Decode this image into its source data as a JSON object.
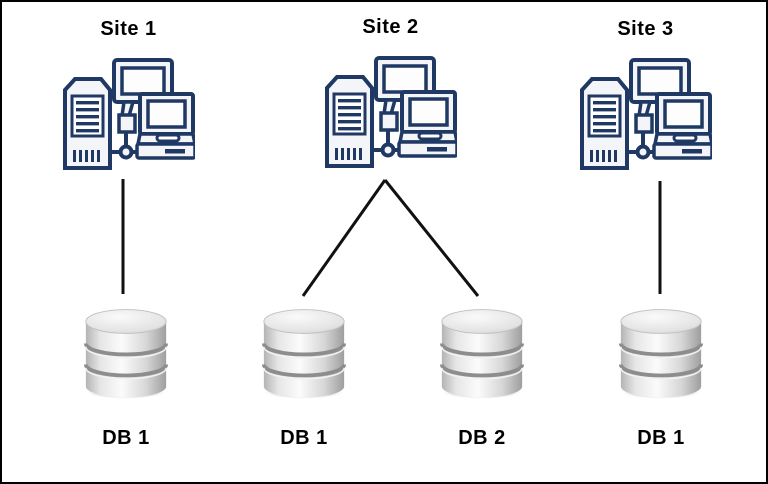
{
  "diagram": {
    "sites": [
      {
        "label": "Site 1"
      },
      {
        "label": "Site 2"
      },
      {
        "label": "Site 3"
      }
    ],
    "databases": [
      {
        "label": "DB 1"
      },
      {
        "label": "DB 1"
      },
      {
        "label": "DB 2"
      },
      {
        "label": "DB 1"
      }
    ],
    "connections": [
      {
        "from": "Site 1",
        "to": "DB 1"
      },
      {
        "from": "Site 2",
        "to": "DB 1"
      },
      {
        "from": "Site 2",
        "to": "DB 2"
      },
      {
        "from": "Site 3",
        "to": "DB 1"
      }
    ],
    "colors": {
      "background": "#ffffff",
      "border": "#000000",
      "icon_outline": "#1f3864",
      "icon_fill": "#f3f5f8",
      "connector_line": "#111111",
      "label_text": "#000000",
      "cylinder_light": "#fbfbfb",
      "cylinder_dark": "#9e9e9e"
    }
  }
}
